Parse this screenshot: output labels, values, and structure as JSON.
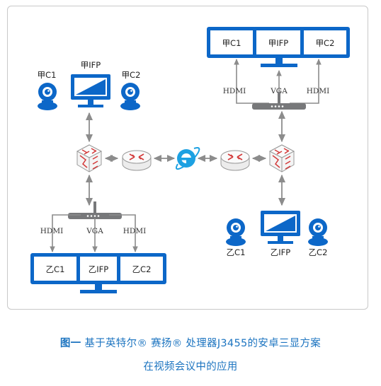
{
  "colors": {
    "blue": "#0c67c8",
    "gray": "#8c8c8c",
    "red": "#d33a3a",
    "caption": "#1c74c0",
    "ie": "#1da1e2"
  },
  "top_right": {
    "monitors": [
      "甲C1",
      "甲IFP",
      "甲C2"
    ],
    "connections": [
      "HDMI",
      "VGA",
      "HDMI"
    ]
  },
  "top_left": {
    "devices": [
      "甲C1",
      "甲IFP",
      "甲C2"
    ]
  },
  "bottom_left": {
    "connections": [
      "HDMI",
      "VGA",
      "HDMI"
    ],
    "monitors": [
      "乙C1",
      "乙IFP",
      "乙C2"
    ]
  },
  "bottom_right": {
    "devices": [
      "乙C1",
      "乙IFP",
      "乙C2"
    ]
  },
  "icons": [
    "webcam-icon",
    "display-icon",
    "switch-icon",
    "router-icon",
    "internet-explorer-icon",
    "mini-pc-icon"
  ],
  "caption": {
    "label": "图一",
    "line1": "基于英特尔® 赛扬® 处理器J3455的安卓三显方案",
    "line2": "在视频会议中的应用"
  }
}
